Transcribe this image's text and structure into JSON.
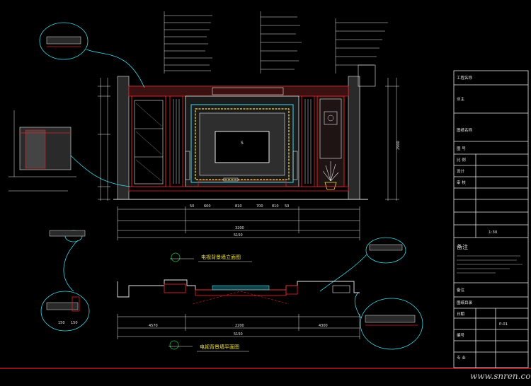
{
  "drawing": {
    "elevation_title": "电视背景墙立面图",
    "plan_title": "电视背景墙平面图",
    "elevation_dimensions": [
      "50",
      "600",
      "810",
      "700",
      "810",
      "50"
    ],
    "elevation_width_total": "5150",
    "elevation_mid_dims": [
      "3200"
    ],
    "elevation_height": "2900",
    "plan_dimensions": [
      "4570",
      "2200",
      "4300"
    ],
    "plan_width_total": "5150",
    "plan_small_dims": [
      "150",
      "150"
    ],
    "tv_label": "S",
    "watermark": "www.snren.com"
  },
  "titleblock": {
    "rows": [
      "工程名称",
      "业主",
      "图纸名称",
      "图 号",
      "比 例",
      "设计",
      "审 核",
      "1:30",
      "备注",
      "图纸目录",
      "日期",
      "编号",
      "专 业",
      "P-01"
    ],
    "notes_label": "备注"
  },
  "colors": {
    "background": "#000000",
    "line_white": "#e8e8e8",
    "line_red": "#e0202a",
    "line_cyan": "#3fd8e8",
    "line_yellow": "#f0e04a",
    "line_green": "#20c040",
    "line_blue": "#3f6ff0"
  }
}
